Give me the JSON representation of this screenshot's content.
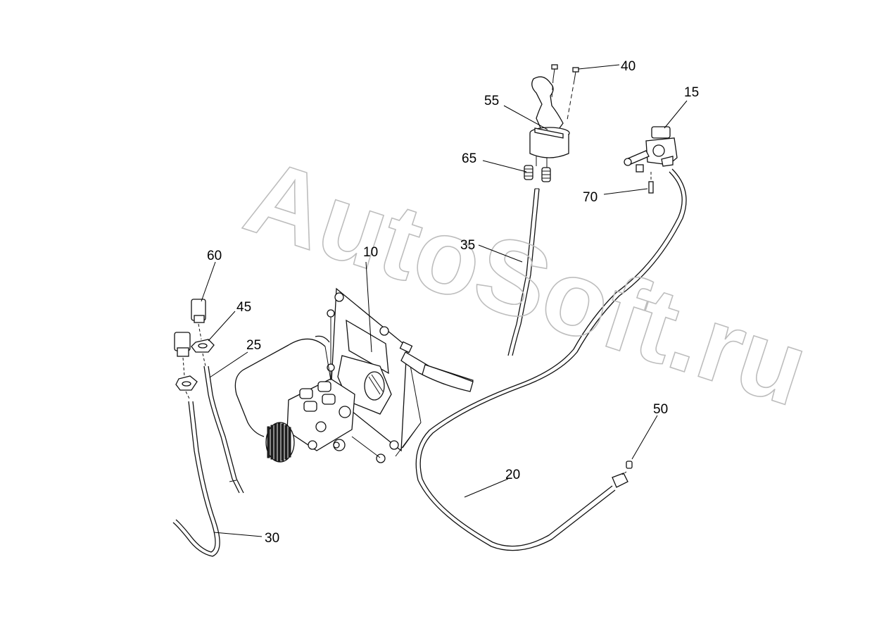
{
  "watermark": "AutoSoft.ru",
  "callouts": [
    {
      "id": "c10",
      "label": "10"
    },
    {
      "id": "c15",
      "label": "15"
    },
    {
      "id": "c20",
      "label": "20"
    },
    {
      "id": "c25",
      "label": "25"
    },
    {
      "id": "c30",
      "label": "30"
    },
    {
      "id": "c35",
      "label": "35"
    },
    {
      "id": "c40",
      "label": "40"
    },
    {
      "id": "c45",
      "label": "45"
    },
    {
      "id": "c50",
      "label": "50"
    },
    {
      "id": "c55",
      "label": "55"
    },
    {
      "id": "c60",
      "label": "60"
    },
    {
      "id": "c65",
      "label": "65"
    },
    {
      "id": "c70",
      "label": "70"
    }
  ]
}
